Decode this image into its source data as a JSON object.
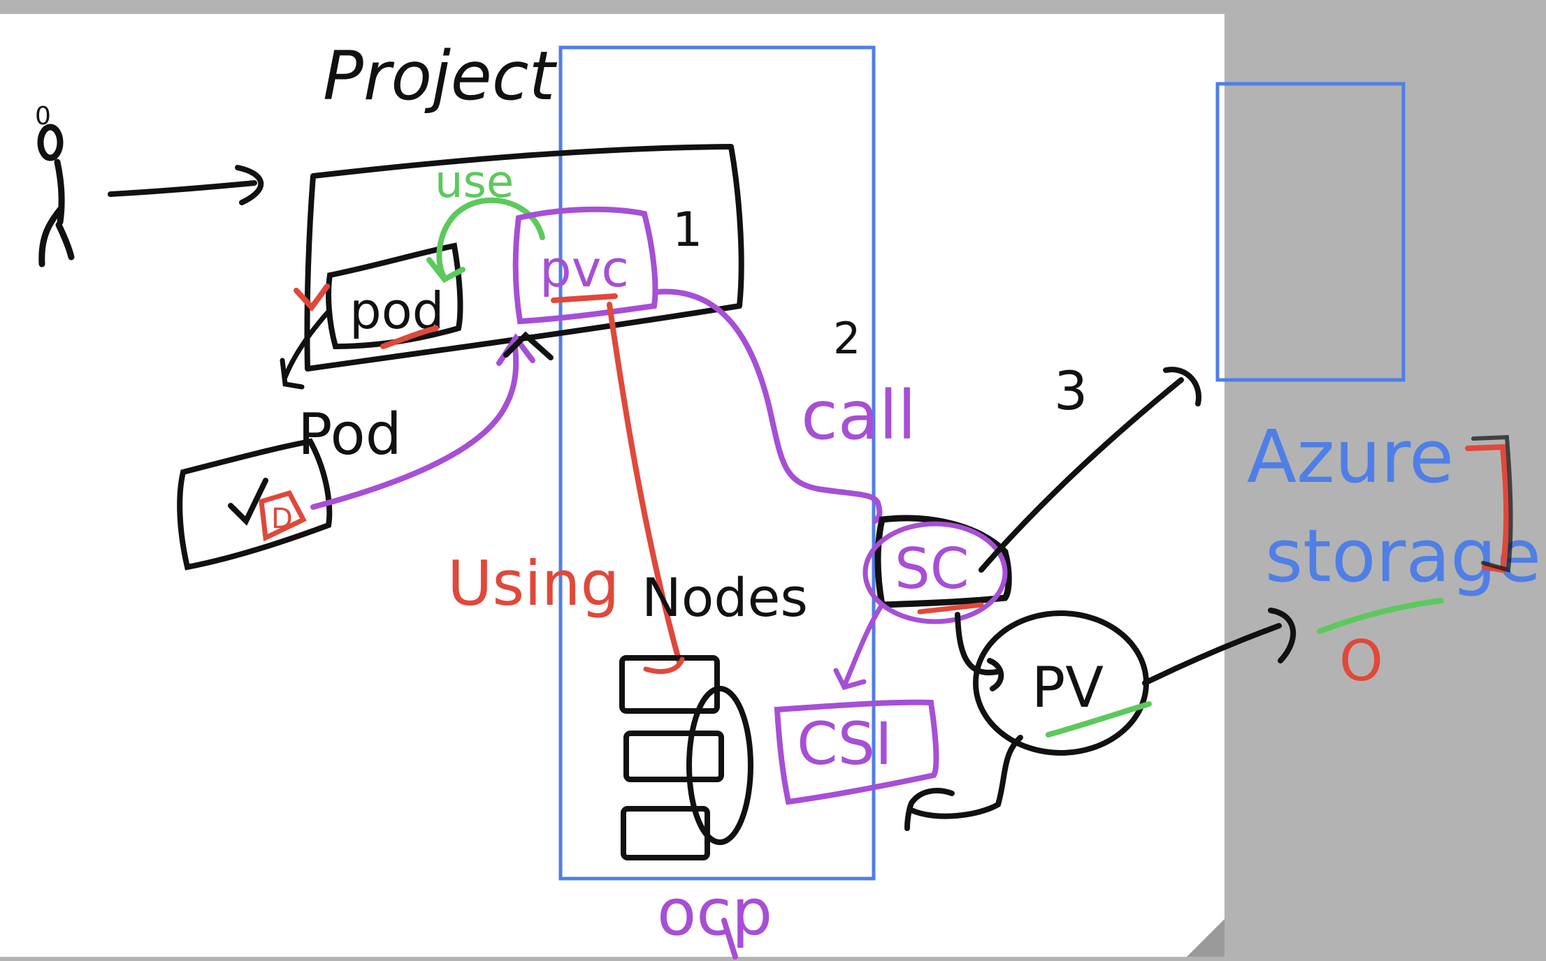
{
  "colors": {
    "canvas_bg": "#ffffff",
    "outer_bg": "#b3b3b3",
    "ink_black": "#111111",
    "ink_blue": "#4f7fe6",
    "ink_purple": "#a64fd6",
    "ink_red": "#e0483a",
    "ink_green": "#5cc95c"
  },
  "labels": {
    "project": "Project",
    "use": "use",
    "pvc": "pvc",
    "project_number": "1",
    "pod_inside": "pod",
    "pod_outside": "Pod",
    "pod_marker": "D",
    "using": "Using",
    "nodes": "Nodes",
    "call": "call",
    "step_two": "2",
    "step_three": "3",
    "sc": "SC",
    "pv": "PV",
    "csi": "CSI",
    "ocp": "ocp",
    "azure": "Azure",
    "storage": "storage",
    "storage_marker": "O",
    "actor_number": "0"
  },
  "icons": {
    "actor": "stick-figure-icon",
    "database": "database-cylinder-icon",
    "checkmark": "checkmark-icon",
    "server_stack": "server-stack-icon"
  }
}
